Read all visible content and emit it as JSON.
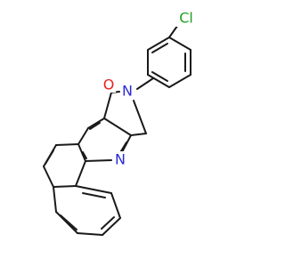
{
  "molecule": {
    "atoms": {
      "chlorine": "Cl",
      "oxygen": "O",
      "amide_nitrogen": "N",
      "ring_nitrogen": "N"
    },
    "colors": {
      "bond": "#1a1a1a",
      "chlorine": "#1fa01f",
      "oxygen": "#e8201f",
      "nitrogen": "#2b2bd6"
    }
  }
}
